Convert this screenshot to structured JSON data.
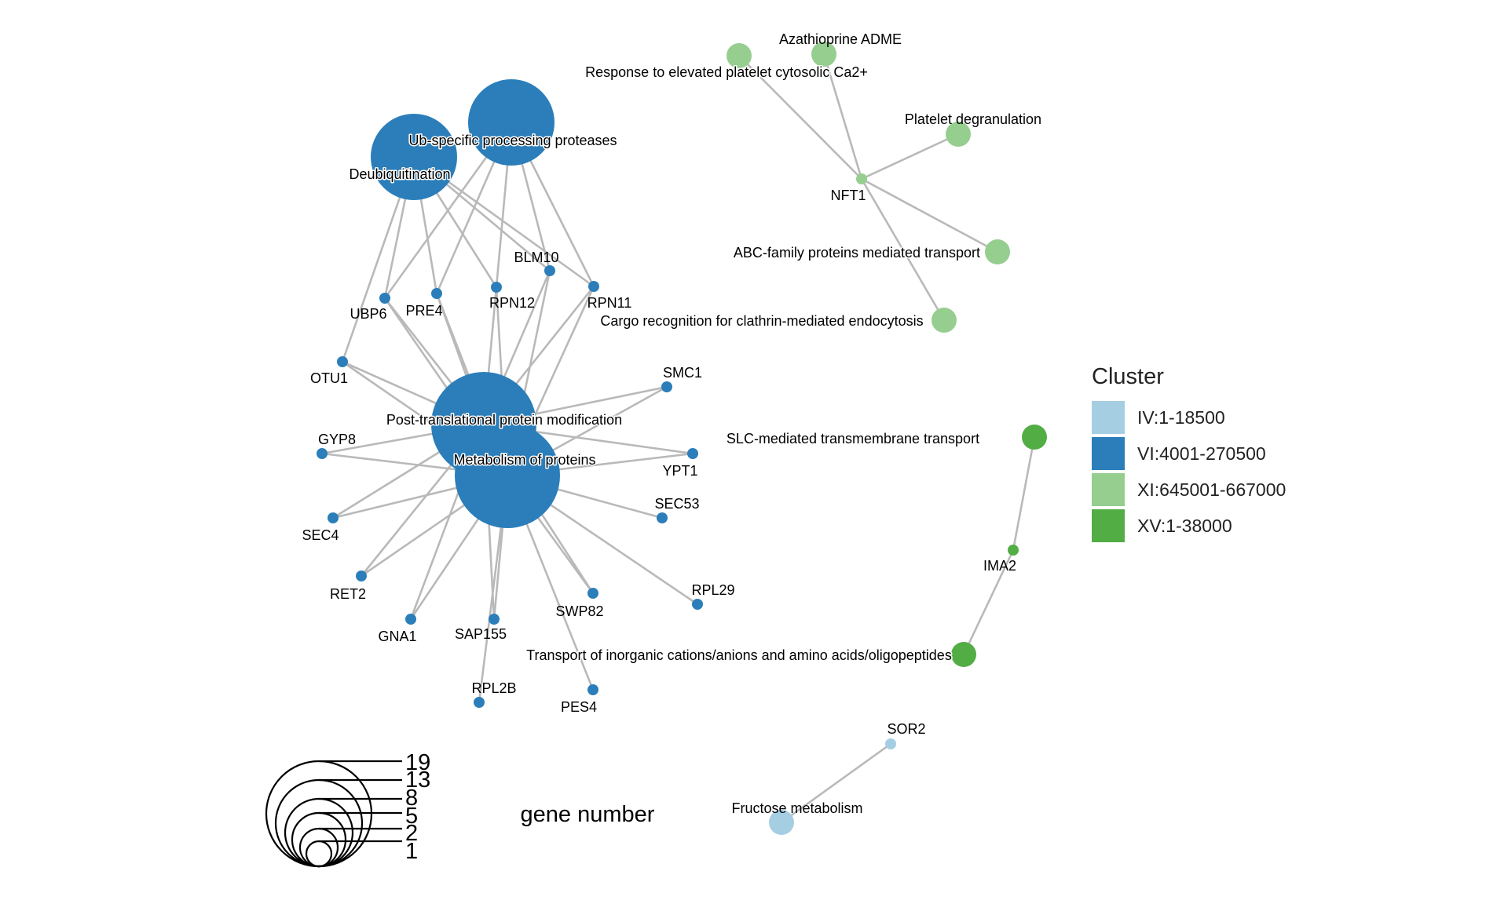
{
  "colors": {
    "IV": "#a6cee3",
    "VI": "#2b7eb9",
    "XI": "#95ce8f",
    "XV": "#52ad45",
    "edge": "#b9b9b9"
  },
  "nodes": [
    {
      "id": "ub_specific",
      "label": "Ub-specific processing proteases",
      "cluster": "VI",
      "genes": 13,
      "category": true
    },
    {
      "id": "deubiquitination",
      "label": "Deubiquitination",
      "cluster": "VI",
      "genes": 13,
      "category": true
    },
    {
      "id": "ptm",
      "label": "Post-translational protein modification",
      "cluster": "VI",
      "genes": 19,
      "category": true
    },
    {
      "id": "metabolism_proteins",
      "label": "Metabolism of proteins",
      "cluster": "VI",
      "genes": 19,
      "category": true
    },
    {
      "id": "ubp6",
      "label": "UBP6",
      "cluster": "VI",
      "genes": 1
    },
    {
      "id": "pre4",
      "label": "PRE4",
      "cluster": "VI",
      "genes": 1
    },
    {
      "id": "rpn12",
      "label": "RPN12",
      "cluster": "VI",
      "genes": 1
    },
    {
      "id": "blm10",
      "label": "BLM10",
      "cluster": "VI",
      "genes": 1
    },
    {
      "id": "rpn11",
      "label": "RPN11",
      "cluster": "VI",
      "genes": 1
    },
    {
      "id": "otu1",
      "label": "OTU1",
      "cluster": "VI",
      "genes": 1
    },
    {
      "id": "smc1",
      "label": "SMC1",
      "cluster": "VI",
      "genes": 1
    },
    {
      "id": "gyp8",
      "label": "GYP8",
      "cluster": "VI",
      "genes": 1
    },
    {
      "id": "ypt1",
      "label": "YPT1",
      "cluster": "VI",
      "genes": 1
    },
    {
      "id": "sec4",
      "label": "SEC4",
      "cluster": "VI",
      "genes": 1
    },
    {
      "id": "sec53",
      "label": "SEC53",
      "cluster": "VI",
      "genes": 1
    },
    {
      "id": "ret2",
      "label": "RET2",
      "cluster": "VI",
      "genes": 1
    },
    {
      "id": "rpl29",
      "label": "RPL29",
      "cluster": "VI",
      "genes": 1
    },
    {
      "id": "swp82",
      "label": "SWP82",
      "cluster": "VI",
      "genes": 1
    },
    {
      "id": "gna1",
      "label": "GNA1",
      "cluster": "VI",
      "genes": 1
    },
    {
      "id": "sap155",
      "label": "SAP155",
      "cluster": "VI",
      "genes": 1
    },
    {
      "id": "rpl2b",
      "label": "RPL2B",
      "cluster": "VI",
      "genes": 1
    },
    {
      "id": "pes4",
      "label": "PES4",
      "cluster": "VI",
      "genes": 1
    },
    {
      "id": "azathioprine",
      "label": "Azathioprine ADME",
      "cluster": "XI",
      "genes": 1,
      "category": true
    },
    {
      "id": "platelet_ca",
      "label": "Response to elevated platelet cytosolic Ca2+",
      "cluster": "XI",
      "genes": 1,
      "category": true
    },
    {
      "id": "platelet_degran",
      "label": "Platelet degranulation",
      "cluster": "XI",
      "genes": 1,
      "category": true
    },
    {
      "id": "nft1",
      "label": "NFT1",
      "cluster": "XI",
      "genes": 1
    },
    {
      "id": "abc_family",
      "label": "ABC-family proteins mediated transport",
      "cluster": "XI",
      "genes": 1,
      "category": true
    },
    {
      "id": "cargo_recognition",
      "label": "Cargo recognition for clathrin-mediated endocytosis",
      "cluster": "XI",
      "genes": 1,
      "category": true
    },
    {
      "id": "slc_transport",
      "label": "SLC-mediated transmembrane transport",
      "cluster": "XV",
      "genes": 1,
      "category": true
    },
    {
      "id": "ima2",
      "label": "IMA2",
      "cluster": "XV",
      "genes": 1
    },
    {
      "id": "transport_inorganic",
      "label": "Transport of inorganic cations/anions and amino acids/oligopeptides",
      "cluster": "XV",
      "genes": 1,
      "category": true
    },
    {
      "id": "sor2",
      "label": "SOR2",
      "cluster": "IV",
      "genes": 1
    },
    {
      "id": "fructose",
      "label": "Fructose metabolism",
      "cluster": "IV",
      "genes": 1,
      "category": true
    }
  ],
  "edges": [
    [
      "ub_specific",
      "ubp6"
    ],
    [
      "ub_specific",
      "pre4"
    ],
    [
      "ub_specific",
      "rpn12"
    ],
    [
      "ub_specific",
      "blm10"
    ],
    [
      "ub_specific",
      "rpn11"
    ],
    [
      "deubiquitination",
      "ubp6"
    ],
    [
      "deubiquitination",
      "pre4"
    ],
    [
      "deubiquitination",
      "rpn12"
    ],
    [
      "deubiquitination",
      "blm10"
    ],
    [
      "deubiquitination",
      "rpn11"
    ],
    [
      "deubiquitination",
      "otu1"
    ],
    [
      "ptm",
      "ubp6"
    ],
    [
      "ptm",
      "pre4"
    ],
    [
      "ptm",
      "rpn12"
    ],
    [
      "ptm",
      "blm10"
    ],
    [
      "ptm",
      "rpn11"
    ],
    [
      "ptm",
      "otu1"
    ],
    [
      "ptm",
      "smc1"
    ],
    [
      "ptm",
      "gyp8"
    ],
    [
      "ptm",
      "ypt1"
    ],
    [
      "ptm",
      "sec4"
    ],
    [
      "ptm",
      "ret2"
    ],
    [
      "ptm",
      "gna1"
    ],
    [
      "ptm",
      "sap155"
    ],
    [
      "ptm",
      "swp82"
    ],
    [
      "metabolism_proteins",
      "ubp6"
    ],
    [
      "metabolism_proteins",
      "pre4"
    ],
    [
      "metabolism_proteins",
      "rpn12"
    ],
    [
      "metabolism_proteins",
      "blm10"
    ],
    [
      "metabolism_proteins",
      "rpn11"
    ],
    [
      "metabolism_proteins",
      "otu1"
    ],
    [
      "metabolism_proteins",
      "smc1"
    ],
    [
      "metabolism_proteins",
      "gyp8"
    ],
    [
      "metabolism_proteins",
      "ypt1"
    ],
    [
      "metabolism_proteins",
      "sec4"
    ],
    [
      "metabolism_proteins",
      "sec53"
    ],
    [
      "metabolism_proteins",
      "ret2"
    ],
    [
      "metabolism_proteins",
      "rpl29"
    ],
    [
      "metabolism_proteins",
      "swp82"
    ],
    [
      "metabolism_proteins",
      "gna1"
    ],
    [
      "metabolism_proteins",
      "sap155"
    ],
    [
      "metabolism_proteins",
      "rpl2b"
    ],
    [
      "metabolism_proteins",
      "pes4"
    ],
    [
      "nft1",
      "azathioprine"
    ],
    [
      "nft1",
      "platelet_ca"
    ],
    [
      "nft1",
      "platelet_degran"
    ],
    [
      "nft1",
      "abc_family"
    ],
    [
      "nft1",
      "cargo_recognition"
    ],
    [
      "ima2",
      "slc_transport"
    ],
    [
      "ima2",
      "transport_inorganic"
    ],
    [
      "sor2",
      "fructose"
    ]
  ],
  "legend": {
    "title": "Cluster",
    "items": [
      {
        "label": "IV:1-18500",
        "cluster": "IV"
      },
      {
        "label": "VI:4001-270500",
        "cluster": "VI"
      },
      {
        "label": "XI:645001-667000",
        "cluster": "XI"
      },
      {
        "label": "XV:1-38000",
        "cluster": "XV"
      }
    ]
  },
  "size_legend": {
    "title": "gene number",
    "values": [
      19,
      13,
      8,
      5,
      2,
      1
    ]
  }
}
